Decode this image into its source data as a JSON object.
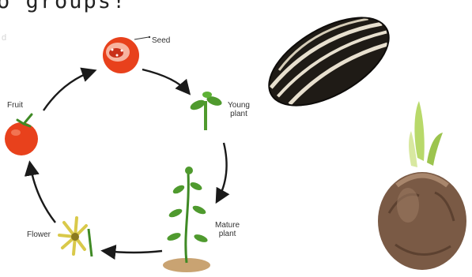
{
  "heading": {
    "text": "o groups!"
  },
  "faint_mark": "d",
  "cycle": {
    "seed_label": "Seed",
    "young_label_line1": "Young",
    "young_label_line2": "plant",
    "mature_label_line1": "Mature",
    "mature_label_line2": "plant",
    "flower_label": "Flower",
    "fruit_label": "Fruit"
  },
  "colors": {
    "arrow": "#1a1a1a",
    "tomato": "#e8411c",
    "leaf": "#4f9a2e",
    "seed_shell": "#1f1b16",
    "seed_stripe": "#e8e0cf",
    "bulb": "#7a5a45"
  }
}
